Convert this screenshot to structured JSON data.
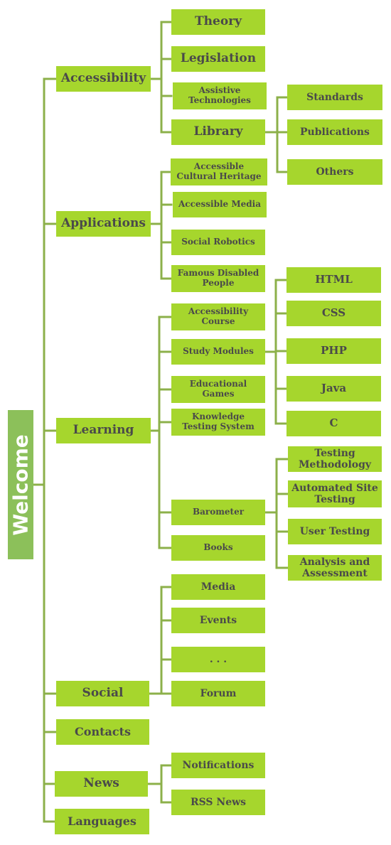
{
  "root": "Welcome",
  "nodes": [
    {
      "id": "accessibility",
      "label": "Accessibility"
    },
    {
      "id": "theory",
      "label": "Theory"
    },
    {
      "id": "legislation",
      "label": "Legislation"
    },
    {
      "id": "assistive-technologies",
      "label": "Assistive Technologies"
    },
    {
      "id": "library",
      "label": "Library"
    },
    {
      "id": "standards",
      "label": "Standards"
    },
    {
      "id": "publications",
      "label": "Publications"
    },
    {
      "id": "others",
      "label": "Others"
    },
    {
      "id": "applications",
      "label": "Applications"
    },
    {
      "id": "accessible-cultural-heritage",
      "label": "Accessible Cultural Heritage"
    },
    {
      "id": "accessible-media",
      "label": "Accessible Media"
    },
    {
      "id": "social-robotics",
      "label": "Social Robotics"
    },
    {
      "id": "famous-disabled-people",
      "label": "Famous Disabled People"
    },
    {
      "id": "learning",
      "label": "Learning"
    },
    {
      "id": "accessibility-course",
      "label": "Accessibility Course"
    },
    {
      "id": "study-modules",
      "label": "Study Modules"
    },
    {
      "id": "html",
      "label": "HTML"
    },
    {
      "id": "css",
      "label": "CSS"
    },
    {
      "id": "php",
      "label": "PHP"
    },
    {
      "id": "java",
      "label": "Java"
    },
    {
      "id": "c",
      "label": "C"
    },
    {
      "id": "educational-games",
      "label": "Educational Games"
    },
    {
      "id": "knowledge-testing-system",
      "label": "Knowledge Testing System"
    },
    {
      "id": "barometer",
      "label": "Barometer"
    },
    {
      "id": "testing-methodology",
      "label": "Testing Methodology"
    },
    {
      "id": "automated-site-testing",
      "label": "Automated Site Testing"
    },
    {
      "id": "user-testing",
      "label": "User Testing"
    },
    {
      "id": "analysis-and-assessment",
      "label": "Analysis and Assessment"
    },
    {
      "id": "books",
      "label": "Books"
    },
    {
      "id": "social",
      "label": "Social"
    },
    {
      "id": "media",
      "label": "Media"
    },
    {
      "id": "events",
      "label": "Events"
    },
    {
      "id": "ellipsis",
      "label": ". . ."
    },
    {
      "id": "forum",
      "label": "Forum"
    },
    {
      "id": "contacts",
      "label": "Contacts"
    },
    {
      "id": "news",
      "label": "News"
    },
    {
      "id": "notifications",
      "label": "Notifications"
    },
    {
      "id": "rss-news",
      "label": "RSS News"
    },
    {
      "id": "languages",
      "label": "Languages"
    }
  ],
  "colors": {
    "node": "#a6d62d",
    "root": "#8cc05a",
    "line": "#8cb04a",
    "text": "#4a4a4a"
  }
}
